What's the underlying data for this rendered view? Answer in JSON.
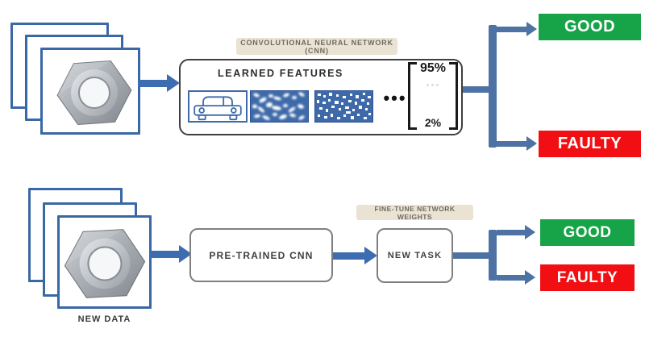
{
  "top_flow": {
    "cnn_tag": "CONVOLUTIONAL NEURAL NETWORK (CNN)",
    "features_title": "LEARNED FEATURES",
    "ellipsis": "•••",
    "probability_high": "95%",
    "probability_low": "2%",
    "outputs": {
      "good": "GOOD",
      "faulty": "FAULTY"
    }
  },
  "bottom_flow": {
    "input_label": "NEW DATA",
    "pretrained_cnn": "PRE-TRAINED CNN",
    "finetune_tag": "FINE-TUNE NETWORK WEIGHTS",
    "new_task": "NEW TASK",
    "outputs": {
      "good": "GOOD",
      "faulty": "FAULTY"
    }
  },
  "icons": {
    "input_image": "hex-nut-photo",
    "feature_low": "car-outline-icon",
    "feature_mid": "blurred-blob-texture-icon",
    "feature_high": "pixel-noise-texture-icon"
  },
  "colors": {
    "good_green": "#17a347",
    "faulty_red": "#f20f13",
    "arrow_blue": "#3e6cb0",
    "connector_blue": "#4d72a3",
    "frame_blue": "#3a68a4",
    "tile_blue": "#3e6aa9",
    "tag_beige": "#eae2d3",
    "box_border_gray": "#7f7f7f"
  }
}
